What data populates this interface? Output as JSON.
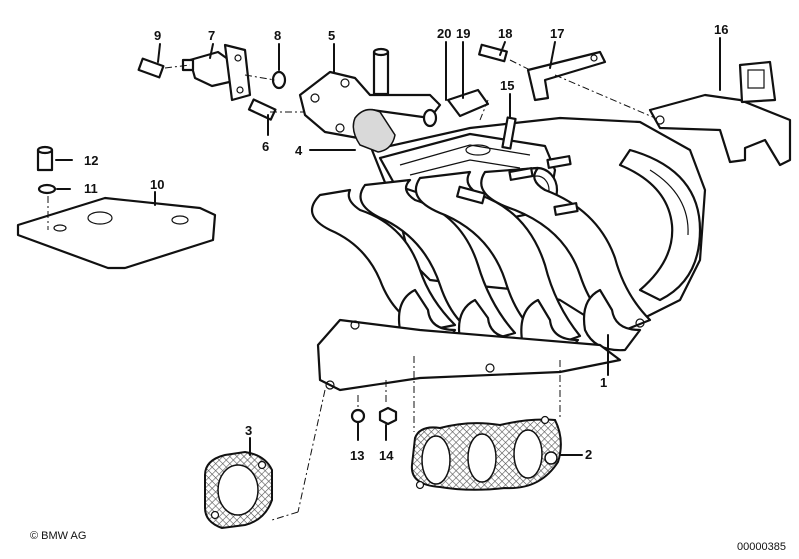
{
  "callouts": {
    "p1": "1",
    "p2": "2",
    "p3": "3",
    "p4": "4",
    "p5": "5",
    "p6": "6",
    "p7": "7",
    "p8": "8",
    "p9": "9",
    "p10": "10",
    "p11": "11",
    "p12": "12",
    "p13": "13",
    "p14": "14",
    "p15": "15",
    "p16": "16",
    "p17": "17",
    "p18": "18",
    "p19": "19",
    "p20": "20"
  },
  "footer": {
    "copyright": "© BMW AG",
    "diagram_number": "00000385"
  }
}
